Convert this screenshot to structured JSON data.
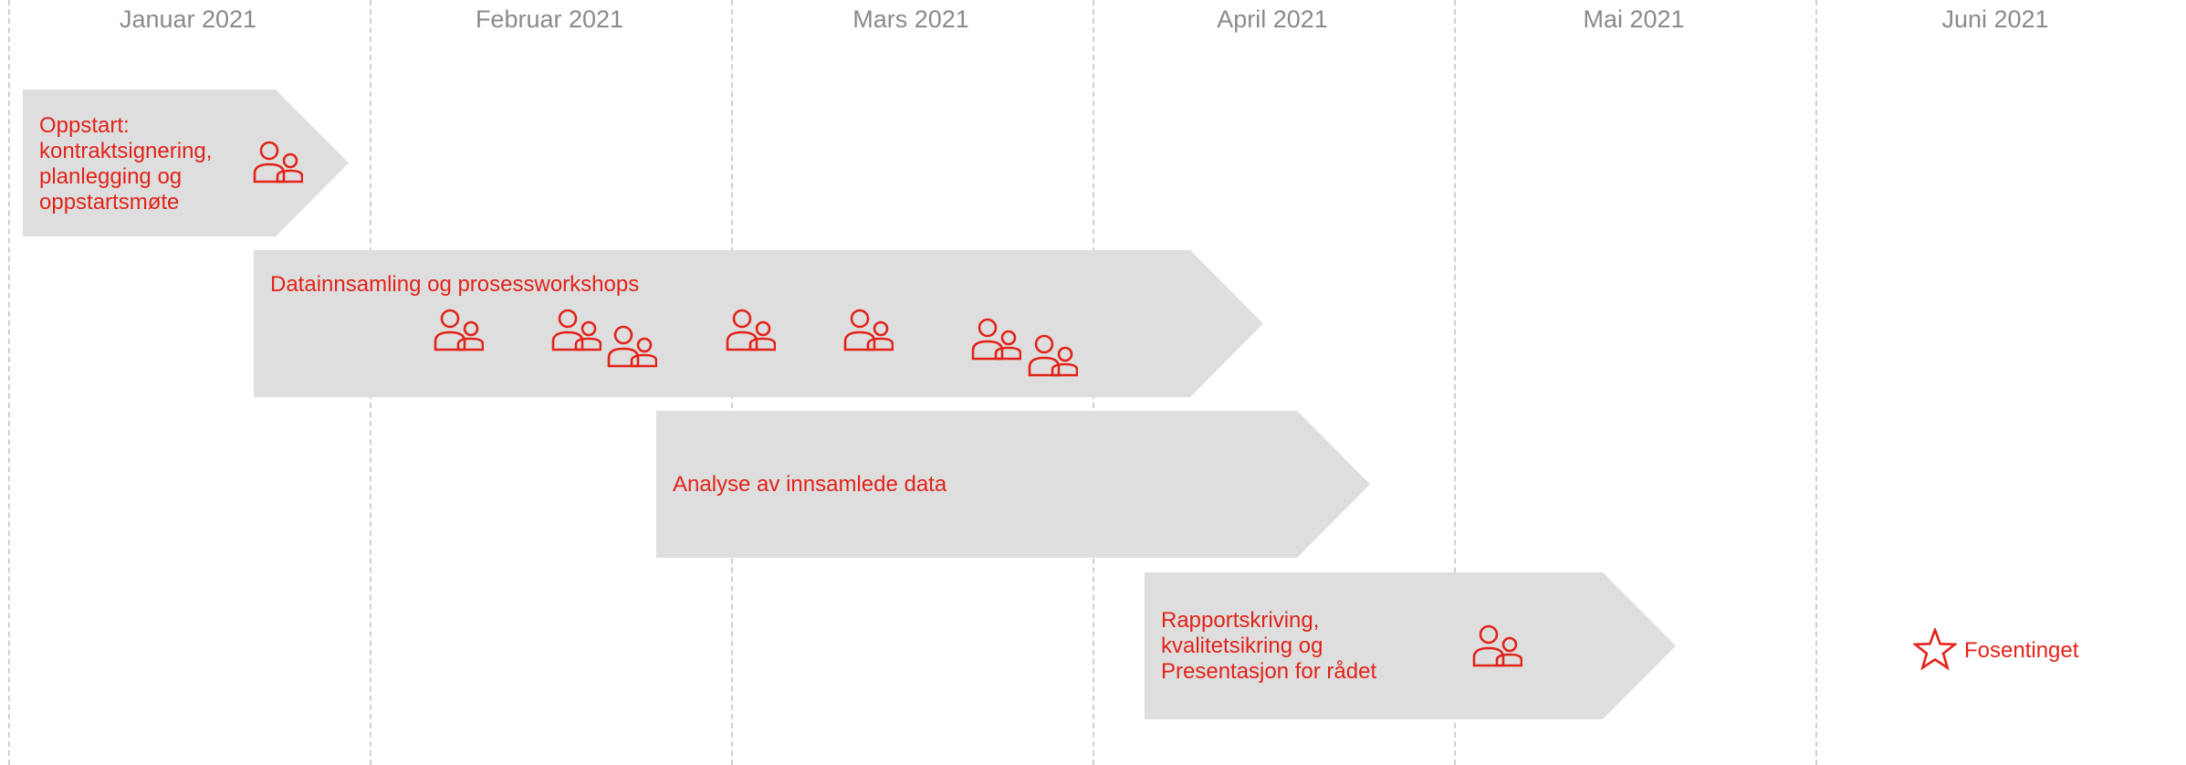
{
  "months": [
    "Januar 2021",
    "Februar 2021",
    "Mars 2021",
    "April 2021",
    "Mai 2021",
    "Juni 2021"
  ],
  "colors": {
    "accent": "#e2231a",
    "phase_fill": "#dedede",
    "month_text": "#8a8a8a",
    "divider": "#cfcfcf"
  },
  "phases": [
    {
      "id": "oppstart",
      "label_lines": [
        "Oppstart:",
        "kontraktsignering,",
        "planlegging og",
        "oppstartsmøte"
      ],
      "icon": "people-icon"
    },
    {
      "id": "datainnsamling",
      "label_lines": [
        "Datainnsamling og prosessworkshops"
      ],
      "icon": "people-icon"
    },
    {
      "id": "analyse",
      "label_lines": [
        "Analyse av innsamlede data"
      ]
    },
    {
      "id": "rapport",
      "label_lines": [
        "Rapportskriving,",
        "kvalitetsikring og",
        "Presentasjon for rådet"
      ],
      "icon": "people-icon"
    }
  ],
  "milestone": {
    "label": "Fosentinget",
    "icon": "star-icon"
  }
}
